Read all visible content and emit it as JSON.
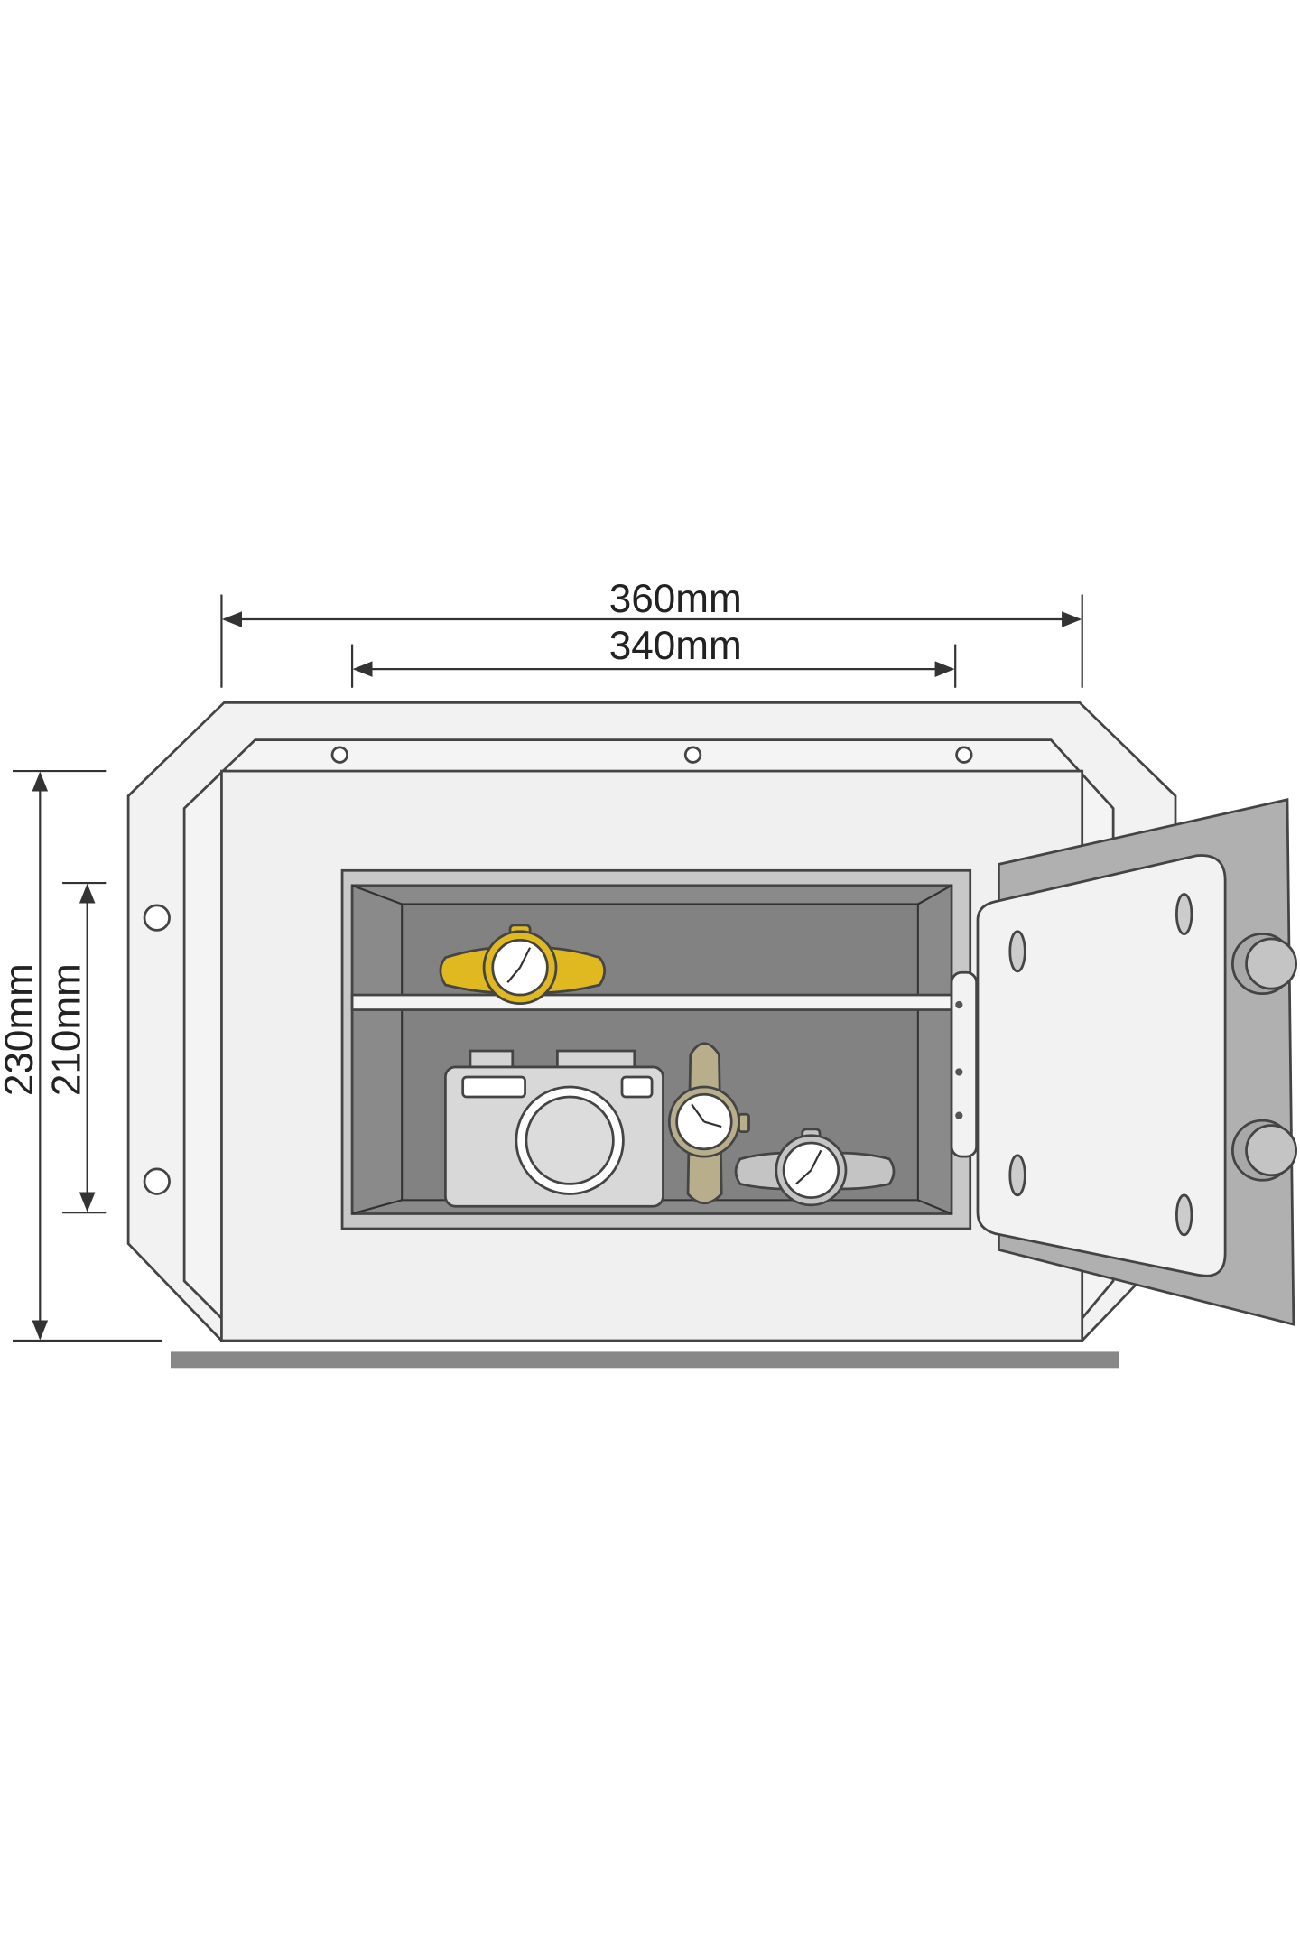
{
  "dimensions": {
    "outer_width": "360mm",
    "inner_width": "340mm",
    "outer_height": "230mm",
    "inner_height": "210mm"
  },
  "colors": {
    "body": "#f0f0f0",
    "cavity": "#8a8a8a",
    "gold_watch": "#e0b820",
    "tan_watch": "#b8ae8c",
    "floor": "#888888"
  }
}
